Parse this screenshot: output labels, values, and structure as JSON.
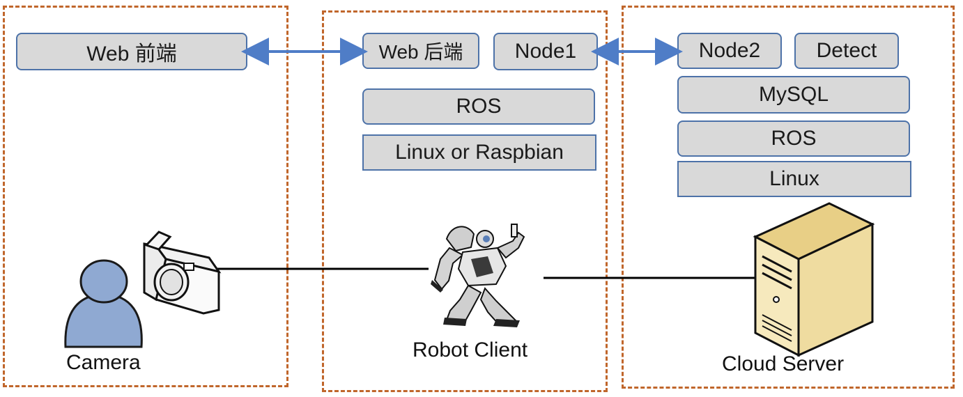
{
  "left": {
    "web_frontend": "Web 前端",
    "camera_label": "Camera"
  },
  "middle": {
    "web_backend": "Web 后端",
    "node1": "Node1",
    "ros": "ROS",
    "os": "Linux or Raspbian",
    "robot_label": "Robot Client"
  },
  "right": {
    "node2": "Node2",
    "detect": "Detect",
    "mysql": "MySQL",
    "ros": "ROS",
    "os": "Linux",
    "server_label": "Cloud Server"
  },
  "colors": {
    "zone_border": "#c0662b",
    "box_fill": "#d9d9d9",
    "box_border": "#4d72a8",
    "arrow": "#4f7dc7",
    "person": "#8fa9d2"
  }
}
